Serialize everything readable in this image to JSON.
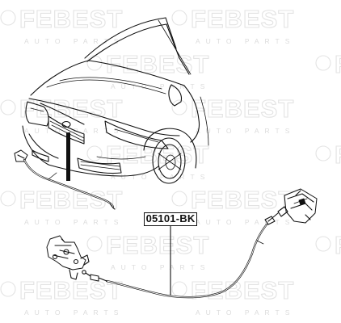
{
  "watermark": {
    "brand": "FEBEST",
    "tagline": "AUTO PARTS"
  },
  "callout": {
    "part_number": "05101-BK"
  },
  "colors": {
    "line": "#111111",
    "watermark": "#e3e3e3",
    "background": "#ffffff"
  }
}
